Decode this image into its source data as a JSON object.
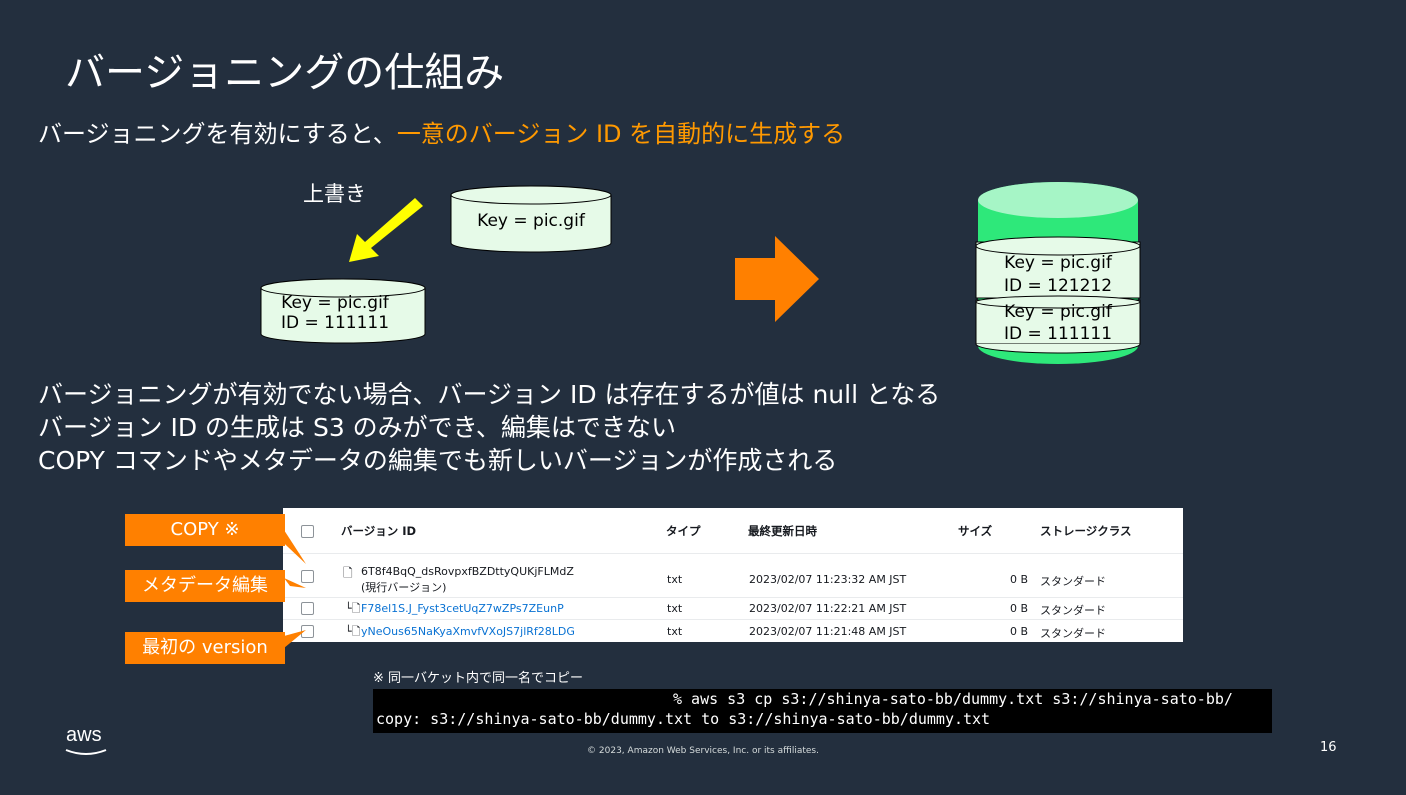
{
  "slide": {
    "title": "バージョニングの仕組み",
    "subtitle_prefix": "バージョニングを有効にすると、",
    "subtitle_highlight": "一意のバージョン ID を自動的に生成する",
    "overwrite_label": "上書き",
    "cyl_new_key": "Key = pic.gif",
    "cyl_old_key": "Key = pic.gif",
    "cyl_old_id": "ID = 111111",
    "stack_top_key": "Key = pic.gif",
    "stack_top_id": "ID = 121212",
    "stack_bottom_key": "Key = pic.gif",
    "stack_bottom_id": "ID = 111111",
    "bullets": [
      "バージョニングが有効でない場合、バージョン ID は存在するが値は null となる",
      "バージョン ID の生成は S3 のみができ、編集はできない",
      "COPY コマンドやメタデータの編集でも新しいバージョンが作成される"
    ],
    "note": "※ 同一バケット内で同一名でコピー",
    "page_number": "16",
    "copyright": "© 2023, Amazon Web Services, Inc. or its affiliates.",
    "logo_text": "aws"
  },
  "callouts": {
    "copy": "COPY ※",
    "metadata": "メタデータ編集",
    "first": "最初の version"
  },
  "versions_table": {
    "headers": [
      "バージョン ID",
      "タイプ",
      "最終更新日時",
      "サイズ",
      "ストレージクラス"
    ],
    "rows": [
      {
        "id": "6T8f4BqQ_dsRovpxfBZDttyQUKjFLMdZ",
        "current": "(現行バージョン)",
        "type": "txt",
        "modified": "2023/02/07 11:23:32 AM JST",
        "size": "0 B",
        "storage": "スタンダード"
      },
      {
        "id": "F78el1S.J_Fyst3cetUqZ7wZPs7ZEunP",
        "type": "txt",
        "modified": "2023/02/07 11:22:21 AM JST",
        "size": "0 B",
        "storage": "スタンダード"
      },
      {
        "id": "yNeOus65NaKyaXmvfVXoJS7jlRf28LDG",
        "type": "txt",
        "modified": "2023/02/07 11:21:48 AM JST",
        "size": "0 B",
        "storage": "スタンダード"
      }
    ]
  },
  "terminal": {
    "line1": "% aws s3 cp s3://shinya-sato-bb/dummy.txt s3://shinya-sato-bb/",
    "line2": "copy: s3://shinya-sato-bb/dummy.txt to s3://shinya-sato-bb/dummy.txt"
  },
  "colors": {
    "background": "#232f3e",
    "highlight": "#ff9900",
    "callout": "#ff8000",
    "cylinder": "#e6fae8",
    "bucket": "#2ee87a",
    "arrow_yellow": "#ffff00",
    "link": "#0972d3"
  },
  "icons": [
    "overwrite-arrow-icon",
    "next-arrow-icon",
    "file-icon",
    "aws-logo"
  ]
}
